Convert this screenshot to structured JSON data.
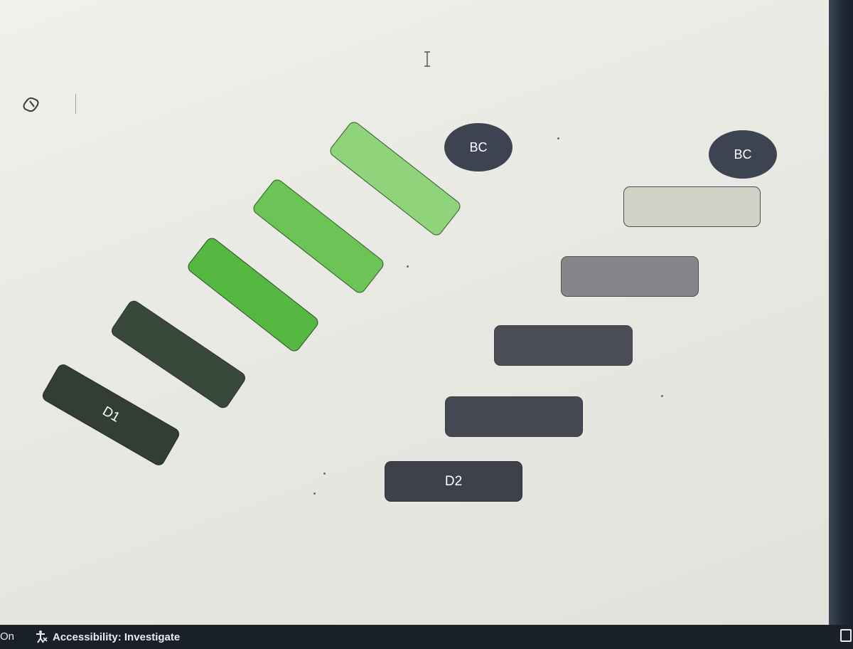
{
  "diagram": {
    "left_bars": [
      {
        "label": "",
        "color": "#8fd47a"
      },
      {
        "label": "",
        "color": "#6cc456"
      },
      {
        "label": "",
        "color": "#55b840"
      },
      {
        "label": "",
        "color": "#38483a"
      },
      {
        "label": "D1",
        "color": "#323d35"
      }
    ],
    "right_bars": [
      {
        "label": "",
        "color": "#d3d2c6"
      },
      {
        "label": "",
        "color": "#85858a"
      },
      {
        "label": "",
        "color": "#4a4d56"
      },
      {
        "label": "",
        "color": "#464953"
      },
      {
        "label": "D2",
        "color": "#3e414b"
      }
    ],
    "oval_left_label": "BC",
    "oval_right_label": "BC"
  },
  "status_bar": {
    "left_text": "On",
    "accessibility_label": "Accessibility: Investigate"
  },
  "icons": {
    "copilot": "copilot-icon",
    "accessibility": "accessibility-icon",
    "cursor": "text-cursor-icon"
  }
}
